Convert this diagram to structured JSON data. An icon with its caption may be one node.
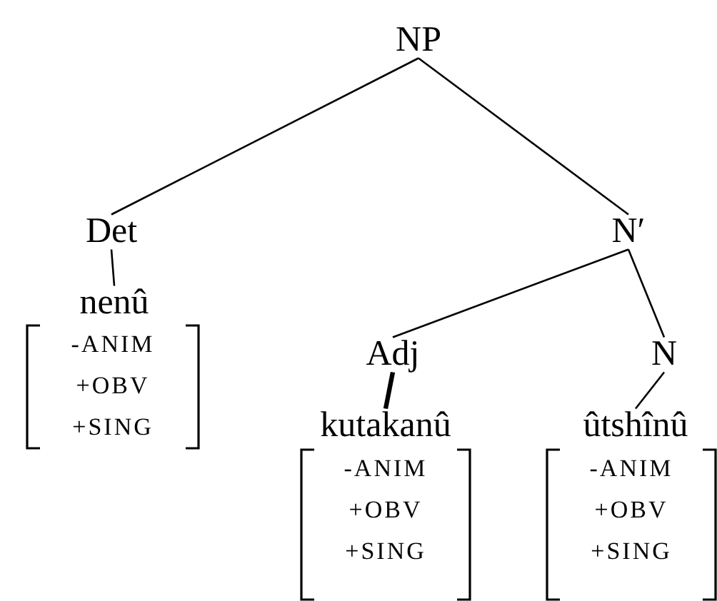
{
  "diagram": {
    "nodes": [
      {
        "text": [
          "NP"
        ]
      },
      {
        "text": [
          "Det"
        ]
      },
      {
        "text": [
          "N′"
        ]
      },
      {
        "text": [
          "nenû"
        ]
      },
      {
        "text": [
          "-ANIM",
          "+OBV",
          "+SING"
        ]
      },
      {
        "text": [
          "Adj"
        ]
      },
      {
        "text": [
          "N"
        ]
      },
      {
        "text": [
          "kutakanû"
        ]
      },
      {
        "text": [
          "ûtshînû"
        ]
      },
      {
        "text": [
          "-ANIM",
          "+OBV",
          "+SING"
        ]
      },
      {
        "text": [
          "-ANIM",
          "+OBV",
          "+SING"
        ]
      }
    ],
    "edges": [
      {
        "from": 0,
        "to": 1,
        "arrow": "none"
      },
      {
        "from": 0,
        "to": 2,
        "arrow": "none"
      },
      {
        "from": 1,
        "to": 3,
        "arrow": "none"
      },
      {
        "from": 2,
        "to": 5,
        "arrow": "none"
      },
      {
        "from": 2,
        "to": 6,
        "arrow": "none"
      },
      {
        "from": 5,
        "to": 7,
        "arrow": "none",
        "style": "thick"
      },
      {
        "from": 6,
        "to": 8,
        "arrow": "none"
      }
    ]
  }
}
